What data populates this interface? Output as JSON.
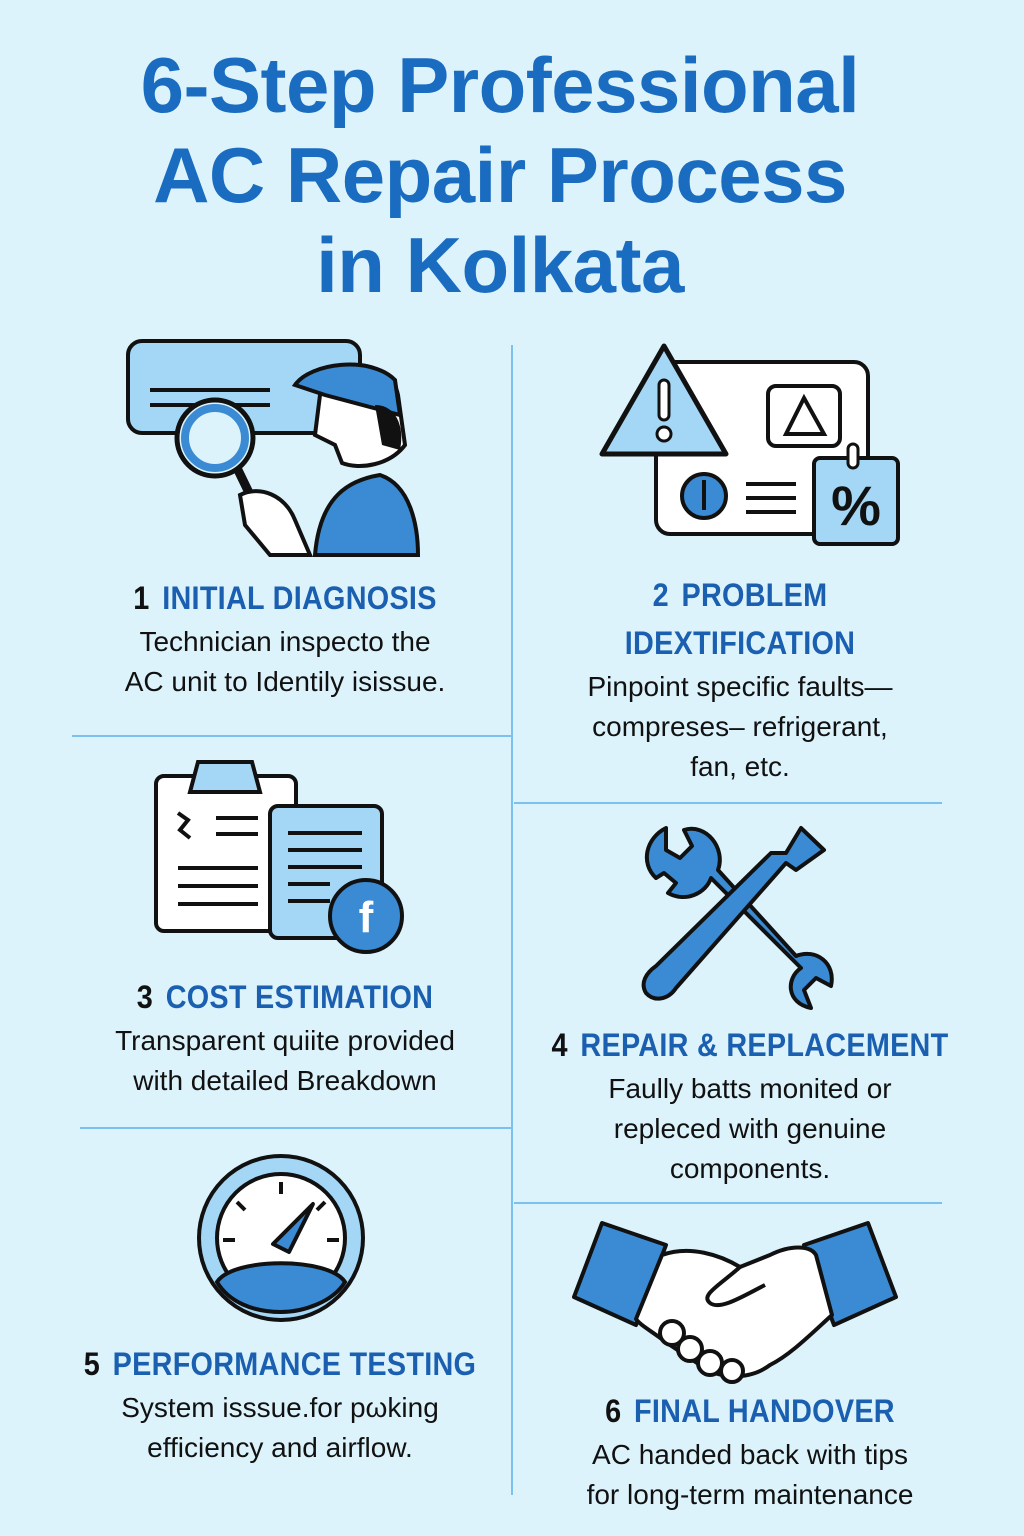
{
  "title": [
    "6-Step Professional",
    "AC Repair Process",
    "in Kolkata"
  ],
  "colors": {
    "background": "#dcf3fb",
    "title": "#1a6cc0",
    "heading": "#1a5fb0",
    "accent": "#3a8bd4",
    "light_accent": "#a4d6f5",
    "divider": "#7cc0ee"
  },
  "steps": [
    {
      "number": "1",
      "heading": "INITIAL DIAGNOSIS",
      "heading_lines": [
        "INITIAL DIAGNOSIS"
      ],
      "description": [
        "Technician inspecto the",
        "AC unit to Identily isissue."
      ],
      "icon": "technician-magnifier-icon"
    },
    {
      "number": "2",
      "heading": "PROBLEM IDEXTIFICATION",
      "heading_lines": [
        "PROBLEM",
        "IDEXTIFICATION"
      ],
      "description": [
        "Pinpoint specific faults—",
        "compreses– refrigerant,",
        "fan, etc."
      ],
      "icon": "warning-panel-icon"
    },
    {
      "number": "3",
      "heading": "COST ESTIMATION",
      "heading_lines": [
        "COST ESTIMATION"
      ],
      "description": [
        "Transparent quiite provided",
        "with detailed Breakdown"
      ],
      "icon": "clipboard-estimate-icon"
    },
    {
      "number": "4",
      "heading": "REPAIR & REPLACEMENT",
      "heading_lines": [
        "REPAIR & REPLACEMENT"
      ],
      "description": [
        "Faully batts monited or",
        "repleced with genuine",
        "components."
      ],
      "icon": "wrench-screwdriver-icon"
    },
    {
      "number": "5",
      "heading": "PERFORMANCE TESTING",
      "heading_lines": [
        "PERFORMANCE TESTING"
      ],
      "description": [
        "System isssue.for pωking",
        "efficiency and airflow."
      ],
      "icon": "gauge-icon"
    },
    {
      "number": "6",
      "heading": "FINAL HANDOVER",
      "heading_lines": [
        "FINAL HANDOVER"
      ],
      "description": [
        "AC handed back with tips",
        "for long-term maintenance"
      ],
      "icon": "handshake-icon"
    }
  ]
}
